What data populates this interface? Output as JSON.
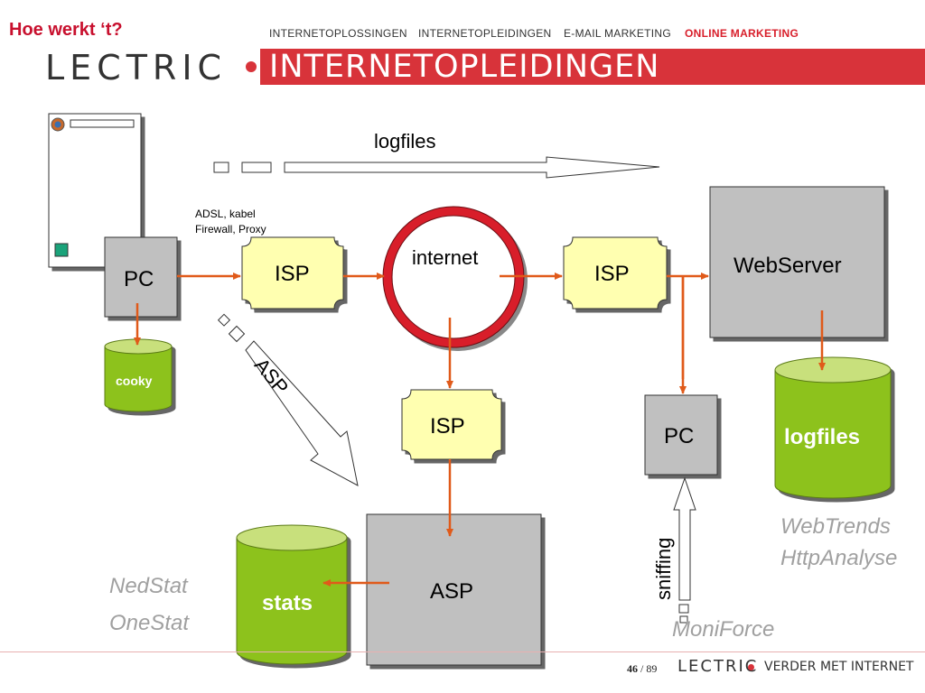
{
  "header": {
    "title": "Hoe werkt ‘t?",
    "nav": [
      "INTERNETOPLOSSINGEN",
      "INTERNETOPLEIDINGEN",
      "E-MAIL MARKETING",
      "ONLINE MARKETING"
    ],
    "logo": "LECTRIC",
    "band": "INTERNETOPLEIDINGEN"
  },
  "diagram": {
    "logfiles_arrow": "logfiles",
    "connection_note_1": "ADSL, kabel",
    "connection_note_2": "Firewall, Proxy",
    "pc_left": "PC",
    "cooky": "cooky",
    "isp_left": "ISP",
    "internet": "internet",
    "isp_right": "ISP",
    "webserver": "WebServer",
    "logfiles_db": "logfiles",
    "asp_arrow": "ASP",
    "isp_middle": "ISP",
    "asp_box": "ASP",
    "stats": "stats",
    "pc_right": "PC",
    "sniffing": "sniffing",
    "nedstat": "NedStat",
    "onestat": "OneStat",
    "webtrends": "WebTrends",
    "httpanalyse": "HttpAnalyse",
    "moniforce": "MoniForce"
  },
  "footer": {
    "page": "46",
    "total": "/ 89",
    "logo": "LECTRIC",
    "tagline": "VERDER MET INTERNET"
  },
  "colors": {
    "brand_red": "#d8333a",
    "arrow_orange": "#e05a1a",
    "db_green": "#8dc21f",
    "isp_yellow": "#ffffb0",
    "box_gray": "#c0c0c0"
  }
}
